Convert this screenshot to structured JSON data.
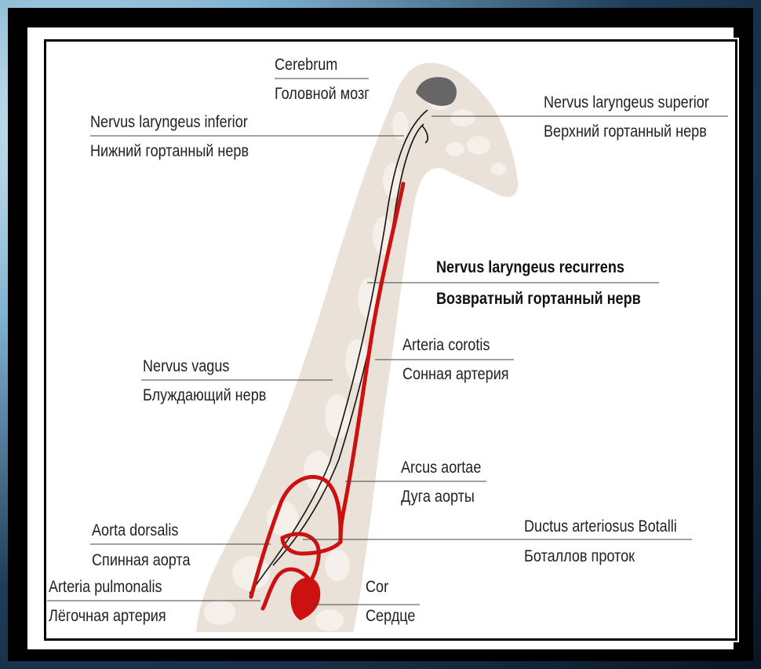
{
  "labels": {
    "cerebrum": {
      "latin": "Cerebrum",
      "ru": "Головной мозг"
    },
    "sup": {
      "latin": "Nervus laryngeus superior",
      "ru": "Верхний гортанный нерв"
    },
    "inf": {
      "latin": "Nervus laryngeus inferior",
      "ru": "Нижний гортанный нерв"
    },
    "rec": {
      "latin": "Nervus laryngeus recurrens",
      "ru": "Возвратный гортанный нерв"
    },
    "corotis": {
      "latin": "Arteria corotis",
      "ru": "Сонная артерия"
    },
    "vagus": {
      "latin": "Nervus vagus",
      "ru": "Блуждающий нерв"
    },
    "arcus": {
      "latin": "Arcus aortae",
      "ru": "Дуга аорты"
    },
    "ductus": {
      "latin": "Ductus arteriosus Botalli",
      "ru": "Боталлов проток"
    },
    "aorta": {
      "latin": "Aorta dorsalis",
      "ru": "Спинная аорта"
    },
    "pulm": {
      "latin": "Arteria pulmonalis",
      "ru": "Лёгочная артерия"
    },
    "cor": {
      "latin": "Cor",
      "ru": "Сердце"
    }
  },
  "colors": {
    "artery": "#cc1111",
    "nerve": "#111111",
    "giraffe_fill": "#e9dfd6",
    "giraffe_patch": "#f7f2ee",
    "brain": "#666666"
  }
}
